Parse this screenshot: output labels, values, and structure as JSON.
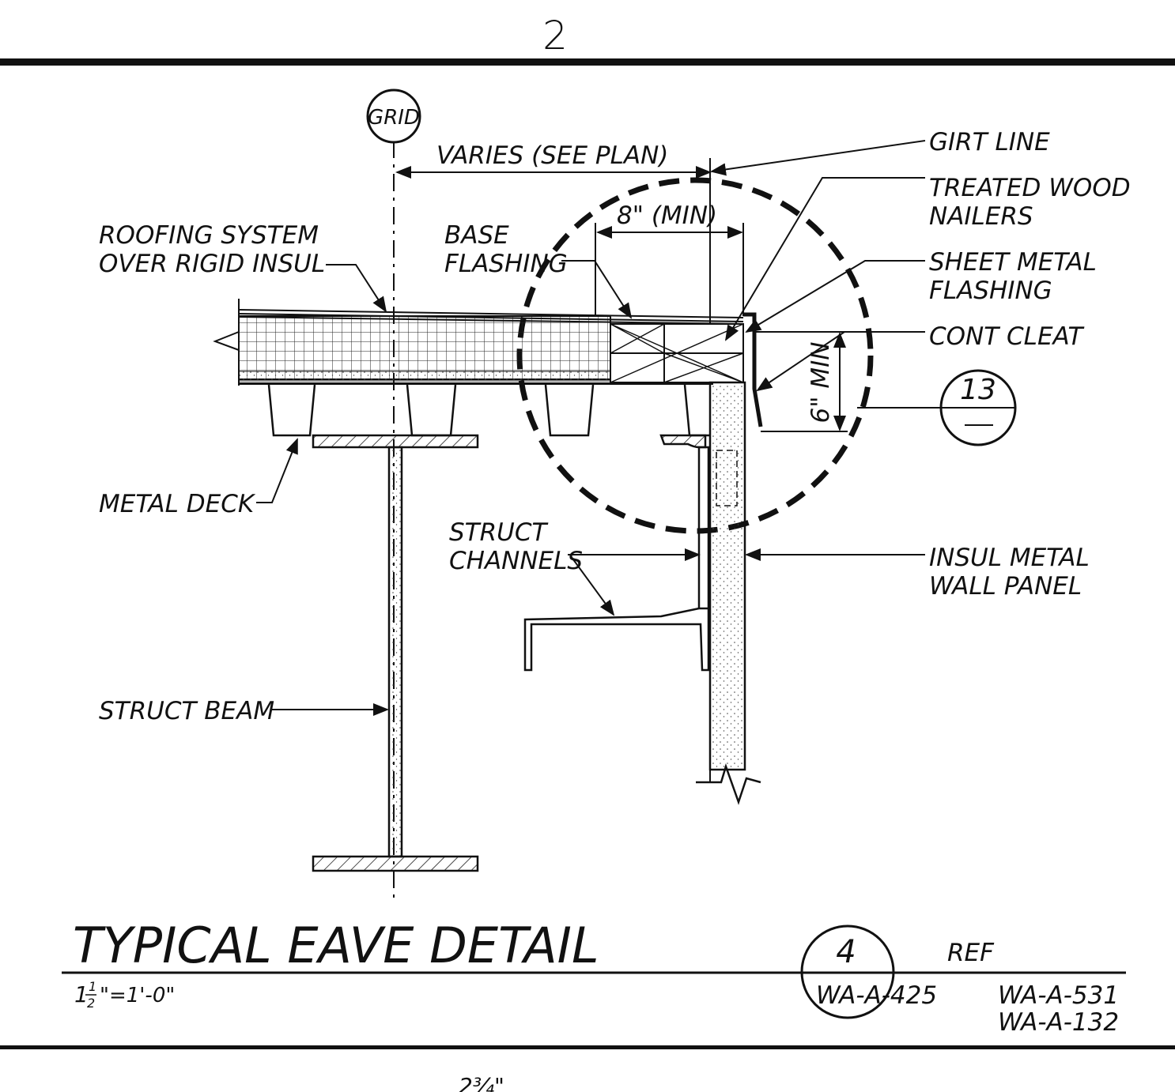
{
  "sheet_number": "2",
  "grid": {
    "label": "GRID"
  },
  "dimensions": {
    "varies": "VARIES (SEE PLAN)",
    "eight_min": "8\" (MIN)",
    "six_min": "6\" MIN"
  },
  "callouts": {
    "girt_line": "GIRT LINE",
    "treated_wood_1": "TREATED WOOD",
    "treated_wood_2": "NAILERS",
    "roofing_1": "ROOFING SYSTEM",
    "roofing_2": "OVER RIGID INSUL",
    "base_flashing_1": "BASE",
    "base_flashing_2": "FLASHING",
    "sheet_metal_1": "SHEET METAL",
    "sheet_metal_2": "FLASHING",
    "cont_cleat": "CONT CLEAT",
    "metal_deck": "METAL DECK",
    "struct_channels_1": "STRUCT",
    "struct_channels_2": "CHANNELS",
    "insul_panel_1": "INSUL METAL",
    "insul_panel_2": "WALL PANEL",
    "struct_beam": "STRUCT BEAM"
  },
  "detail_ref": {
    "number": "13",
    "sheet": ""
  },
  "title_block": {
    "title": "TYPICAL EAVE DETAIL",
    "scale_prefix": "1",
    "scale_num": "1",
    "scale_den": "2",
    "scale_rest": "\"=1'-0\"",
    "detail_number": "4",
    "detail_sheet": "WA-A-425",
    "ref_label": "REF",
    "ref_1": "WA-A-531",
    "ref_2": "WA-A-132"
  },
  "bottom_fragment": "2¾\""
}
